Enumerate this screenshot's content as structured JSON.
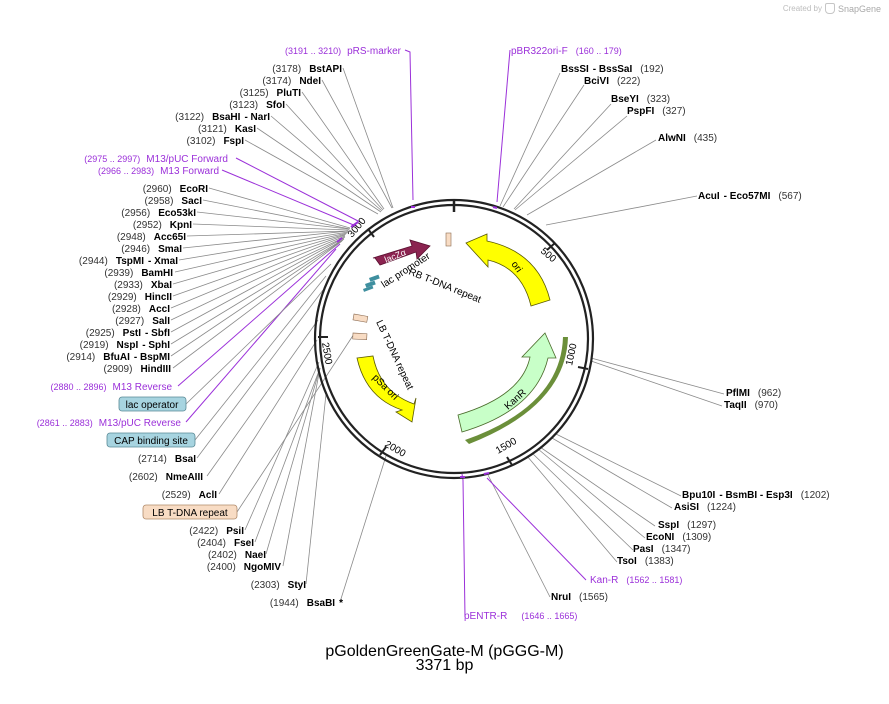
{
  "branding": {
    "created_by": "Created by",
    "product": "SnapGene"
  },
  "plasmid": {
    "name": "pGoldenGreenGate-M (pGGG-M)",
    "length_label": "3371 bp",
    "length": 3371
  },
  "colors": {
    "site_label": "#000000",
    "position_label": "#333333",
    "primer": "#9b30d9",
    "site_leader": "#888888",
    "backbone": "#222222",
    "lacZa": "#8b2350",
    "ori": "#ffff00",
    "kanR": "#c8ffc8",
    "kanR_outline": "#6b8f3a",
    "pSa_ori": "#ffff00",
    "lac_operator": "#a7d4e0",
    "cap_site": "#a7d4e0",
    "t_dna_repeat": "#f8dcc4"
  },
  "ticks": [
    "500",
    "1000",
    "1500",
    "2000",
    "2500",
    "3000"
  ],
  "feature_labels": {
    "lacZa": "lacZα",
    "lac_promoter": "lac promoter",
    "rb_tdna": "RB T-DNA repeat",
    "ori": "ori",
    "kanR": "KanR",
    "lb_tdna": "LB T-DNA repeat",
    "pSa_ori": "pSa ori"
  },
  "right_sites": [
    {
      "name": "BssSI",
      "extra": "- BssSaI",
      "pos": "(192)"
    },
    {
      "name": "BciVI",
      "extra": "",
      "pos": "(222)"
    },
    {
      "name": "BseYI",
      "extra": "",
      "pos": "(323)"
    },
    {
      "name": "PspFI",
      "extra": "",
      "pos": "(327)"
    },
    {
      "name": "AlwNI",
      "extra": "",
      "pos": "(435)"
    },
    {
      "name": "AcuI",
      "extra": "- Eco57MI",
      "pos": "(567)"
    },
    {
      "name": "PflMI",
      "extra": "",
      "pos": "(962)"
    },
    {
      "name": "TaqII",
      "extra": "",
      "pos": "(970)"
    },
    {
      "name": "Bpu10I",
      "extra": "- BsmBI  - Esp3I",
      "pos": "(1202)"
    },
    {
      "name": "AsiSI",
      "extra": "",
      "pos": "(1224)"
    },
    {
      "name": "SspI",
      "extra": "",
      "pos": "(1297)"
    },
    {
      "name": "EcoNI",
      "extra": "",
      "pos": "(1309)"
    },
    {
      "name": "PasI",
      "extra": "",
      "pos": "(1347)"
    },
    {
      "name": "TsoI",
      "extra": "",
      "pos": "(1383)"
    },
    {
      "name": "NruI",
      "extra": "",
      "pos": "(1565)"
    }
  ],
  "left_sites": [
    {
      "name": "BstAPI",
      "extra": "",
      "pos": "(3178)"
    },
    {
      "name": "NdeI",
      "extra": "",
      "pos": "(3174)"
    },
    {
      "name": "PluTI",
      "extra": "",
      "pos": "(3125)"
    },
    {
      "name": "SfoI",
      "extra": "",
      "pos": "(3123)"
    },
    {
      "name": "BsaHI",
      "extra": "- NarI",
      "pos": "(3122)"
    },
    {
      "name": "KasI",
      "extra": "",
      "pos": "(3121)"
    },
    {
      "name": "FspI",
      "extra": "",
      "pos": "(3102)"
    },
    {
      "name": "EcoRI",
      "extra": "",
      "pos": "(2960)"
    },
    {
      "name": "SacI",
      "extra": "",
      "pos": "(2958)"
    },
    {
      "name": "Eco53kI",
      "extra": "",
      "pos": "(2956)"
    },
    {
      "name": "KpnI",
      "extra": "",
      "pos": "(2952)"
    },
    {
      "name": "Acc65I",
      "extra": "",
      "pos": "(2948)"
    },
    {
      "name": "SmaI",
      "extra": "",
      "pos": "(2946)"
    },
    {
      "name": "TspMI",
      "extra": "- XmaI",
      "pos": "(2944)"
    },
    {
      "name": "BamHI",
      "extra": "",
      "pos": "(2939)"
    },
    {
      "name": "XbaI",
      "extra": "",
      "pos": "(2933)"
    },
    {
      "name": "HincII",
      "extra": "",
      "pos": "(2929)"
    },
    {
      "name": "AccI",
      "extra": "",
      "pos": "(2928)"
    },
    {
      "name": "SalI",
      "extra": "",
      "pos": "(2927)"
    },
    {
      "name": "PstI",
      "extra": "- SbfI",
      "pos": "(2925)"
    },
    {
      "name": "NspI",
      "extra": "- SphI",
      "pos": "(2919)"
    },
    {
      "name": "BfuAI",
      "extra": "- BspMI",
      "pos": "(2914)"
    },
    {
      "name": "HindIII",
      "extra": "",
      "pos": "(2909)"
    },
    {
      "name": "BsaI",
      "extra": "",
      "pos": "(2714)"
    },
    {
      "name": "NmeAIII",
      "extra": "",
      "pos": "(2602)"
    },
    {
      "name": "AclI",
      "extra": "",
      "pos": "(2529)"
    },
    {
      "name": "PsiI",
      "extra": "",
      "pos": "(2422)"
    },
    {
      "name": "FseI",
      "extra": "",
      "pos": "(2404)"
    },
    {
      "name": "NaeI",
      "extra": "",
      "pos": "(2402)"
    },
    {
      "name": "NgoMIV",
      "extra": "",
      "pos": "(2400)"
    },
    {
      "name": "StyI",
      "extra": "",
      "pos": "(2303)"
    },
    {
      "name": "BsaBI",
      "extra": "*",
      "pos": "(1944)"
    }
  ],
  "primers": [
    {
      "name": "pRS-marker",
      "range": "(3191 .. 3210)"
    },
    {
      "name": "pBR322ori-F",
      "range": "(160 .. 179)"
    },
    {
      "name": "M13/pUC Forward",
      "range": "(2975 .. 2997)"
    },
    {
      "name": "M13 Forward",
      "range": "(2966 .. 2983)"
    },
    {
      "name": "M13 Reverse",
      "range": "(2880 .. 2896)"
    },
    {
      "name": "M13/pUC Reverse",
      "range": "(2861 .. 2883)"
    },
    {
      "name": "Kan-R",
      "range": "(1562 .. 1581)"
    },
    {
      "name": "pENTR-R",
      "range": "(1646 .. 1665)"
    }
  ],
  "feature_boxes": [
    {
      "label": "lac operator"
    },
    {
      "label": "CAP binding site"
    },
    {
      "label": "LB T-DNA repeat"
    }
  ]
}
